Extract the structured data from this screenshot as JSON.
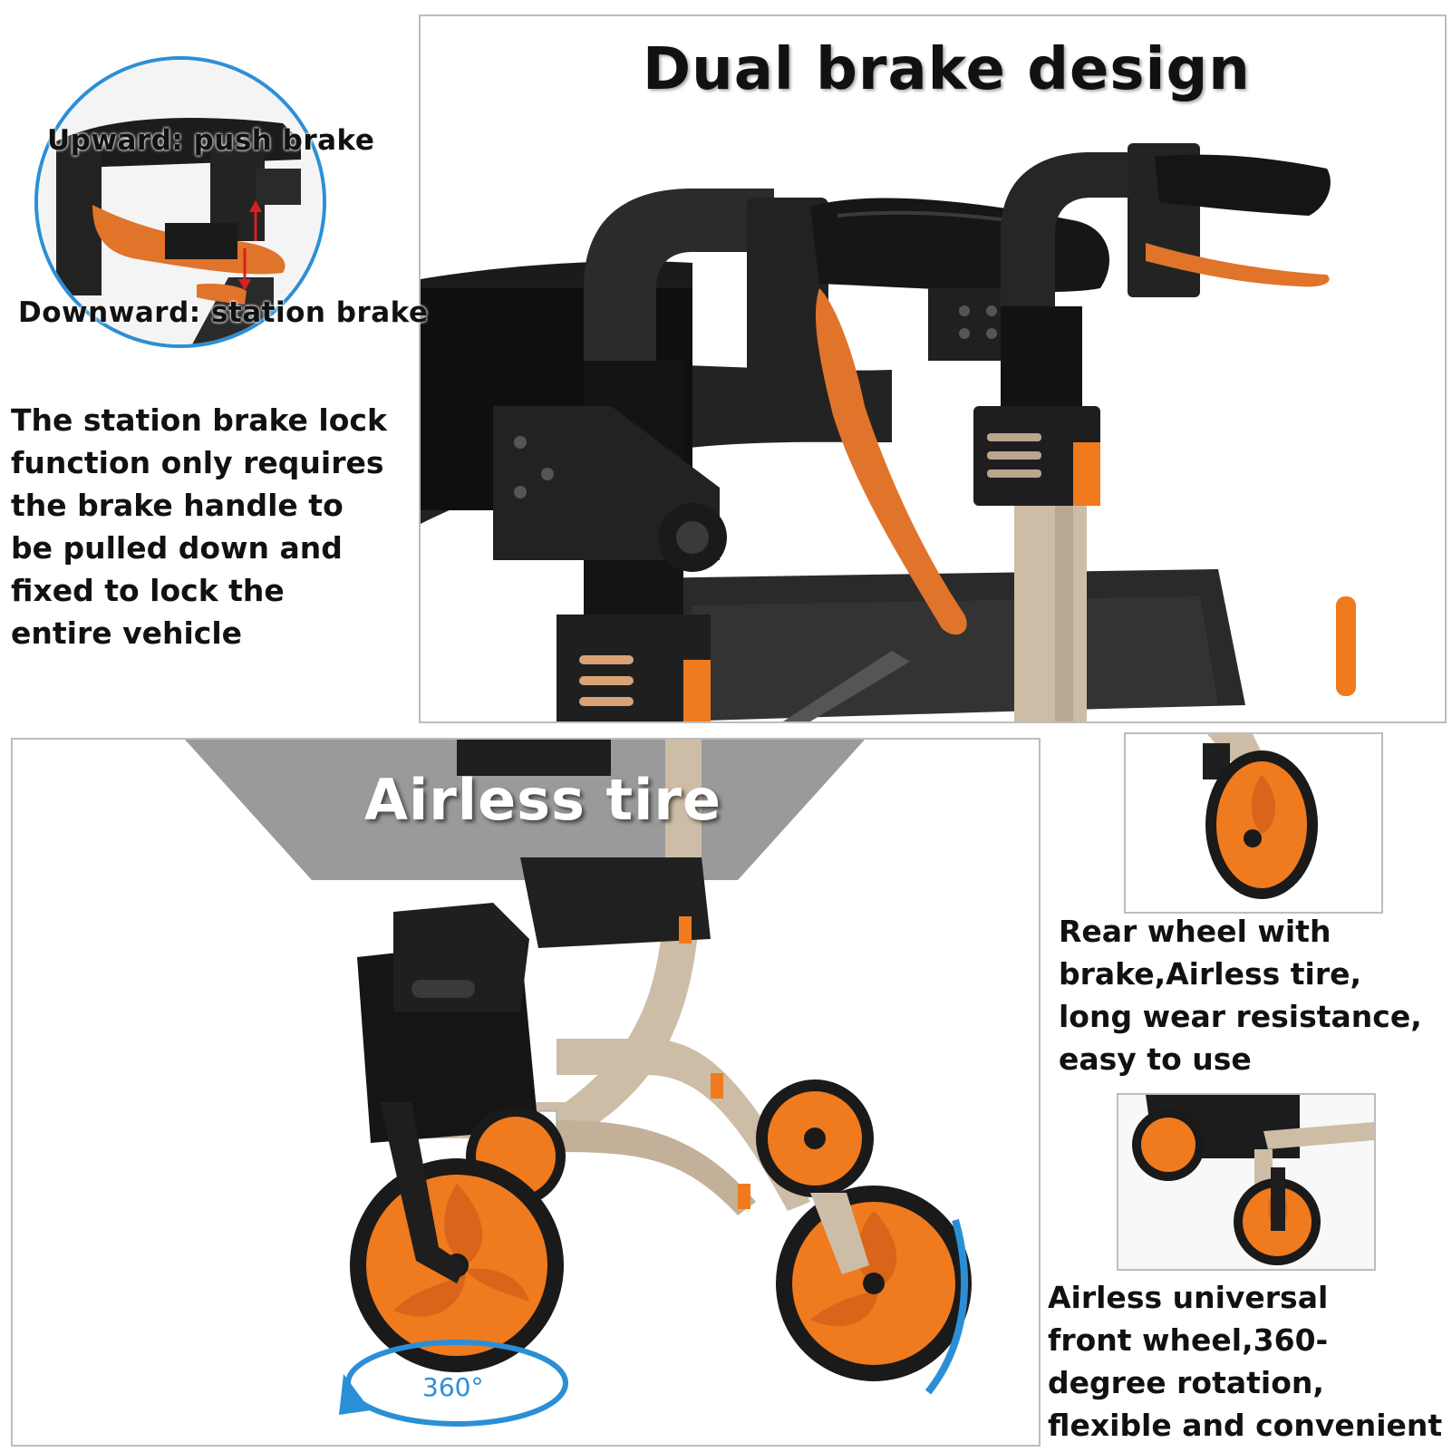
{
  "top_panel": {
    "title": "Dual brake design"
  },
  "inset": {
    "upward_label": "Upward: push brake",
    "downward_label": "Downward: station brake"
  },
  "left_text": {
    "lines": [
      "The station brake lock",
      "function only requires",
      "the brake handle to",
      "be pulled down and",
      "fixed to lock the",
      "entire vehicle"
    ]
  },
  "bottom_panel": {
    "title": "Airless tire",
    "rotation_label": "360°"
  },
  "rear_wheel_text": {
    "lines": [
      "Rear wheel with",
      "brake,Airless tire,",
      "long wear resistance,",
      "easy to use"
    ]
  },
  "front_wheel_text": {
    "lines": [
      "Airless universal",
      "front wheel,360-",
      "degree rotation,",
      "flexible and convenient"
    ]
  },
  "colors": {
    "accent_orange": "#f07a1e",
    "frame_champagne": "#cdbda6",
    "ring_blue": "#2b8fd6",
    "dark_parts": "#1d1d1d"
  }
}
